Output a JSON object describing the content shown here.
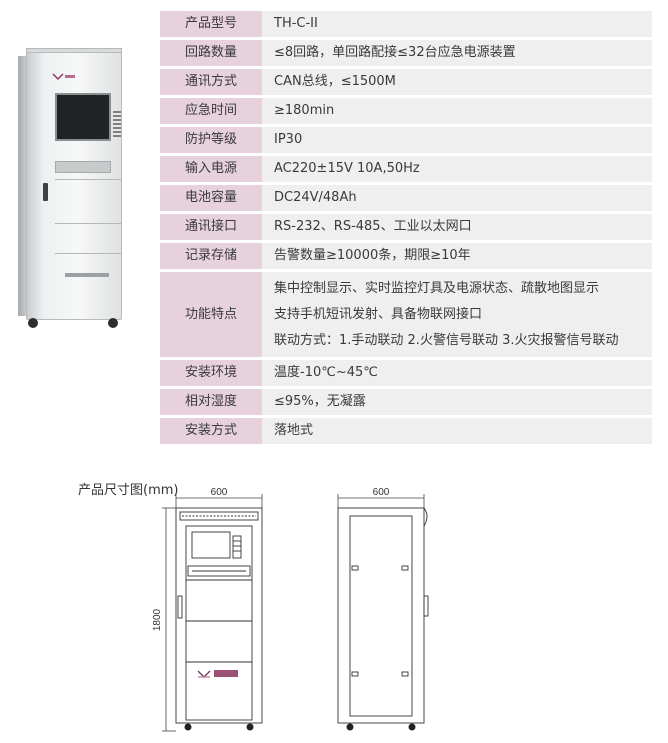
{
  "specs": [
    {
      "label": "产品型号",
      "value": "TH-C-II"
    },
    {
      "label": "回路数量",
      "value": "≤8回路，单回路配接≤32台应急电源装置"
    },
    {
      "label": "通讯方式",
      "value": "CAN总线，≤1500M"
    },
    {
      "label": "应急时间",
      "value": "≥180min"
    },
    {
      "label": "防护等级",
      "value": "IP30"
    },
    {
      "label": "输入电源",
      "value": "AC220±15V  10A,50Hz"
    },
    {
      "label": "电池容量",
      "value": "DC24V/48Ah"
    },
    {
      "label": "通讯接口",
      "value": "RS-232、RS-485、工业以太网口"
    },
    {
      "label": "记录存储",
      "value": "告警数量≥10000条，期限≥10年"
    }
  ],
  "features": {
    "label": "功能特点",
    "lines": [
      "集中控制显示、实时监控灯具及电源状态、疏散地图显示",
      "支持手机短讯发射、具备物联网接口",
      "联动方式：1.手动联动 2.火警信号联动 3.火灾报警信号联动"
    ]
  },
  "specs_bottom": [
    {
      "label": "安装环境",
      "value": "温度-10℃~45℃"
    },
    {
      "label": "相对湿度",
      "value": "≤95%，无凝露"
    },
    {
      "label": "安装方式",
      "value": "落地式"
    }
  ],
  "drawing": {
    "title": "产品尺寸图(mm)",
    "front_width": "600",
    "side_width": "600",
    "height": "1800"
  },
  "colors": {
    "label_bg": "#e6d1dc",
    "value_bg": "#efefef"
  }
}
